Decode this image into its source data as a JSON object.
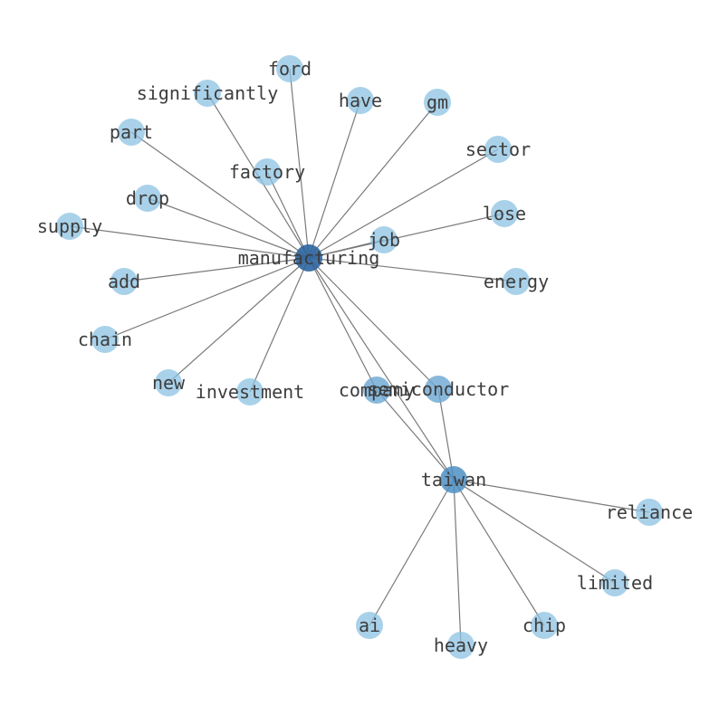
{
  "colors": {
    "hub_primary": "#2f65a0",
    "hub_secondary": "#4d8fc4",
    "hub_tertiary": "#6aa6d2",
    "leaf": "#8cc3e3",
    "edge": "#7a7a7a",
    "label": "#3d3d3d"
  },
  "nodes": [
    {
      "id": "manufacturing",
      "label": "manufacturing",
      "level": "primary"
    },
    {
      "id": "taiwan",
      "label": "taiwan",
      "level": "secondary"
    },
    {
      "id": "semiconductor",
      "label": "semiconductor",
      "level": "tertiary"
    },
    {
      "id": "company",
      "label": "company",
      "level": "tertiary"
    },
    {
      "id": "ford",
      "label": "ford",
      "level": "leaf"
    },
    {
      "id": "significantly",
      "label": "significantly",
      "level": "leaf"
    },
    {
      "id": "have",
      "label": "have",
      "level": "leaf"
    },
    {
      "id": "gm",
      "label": "gm",
      "level": "leaf"
    },
    {
      "id": "part",
      "label": "part",
      "level": "leaf"
    },
    {
      "id": "sector",
      "label": "sector",
      "level": "leaf"
    },
    {
      "id": "factory",
      "label": "factory",
      "level": "leaf"
    },
    {
      "id": "drop",
      "label": "drop",
      "level": "leaf"
    },
    {
      "id": "lose",
      "label": "lose",
      "level": "leaf"
    },
    {
      "id": "supply",
      "label": "supply",
      "level": "leaf"
    },
    {
      "id": "job",
      "label": "job",
      "level": "leaf"
    },
    {
      "id": "add",
      "label": "add",
      "level": "leaf"
    },
    {
      "id": "energy",
      "label": "energy",
      "level": "leaf"
    },
    {
      "id": "chain",
      "label": "chain",
      "level": "leaf"
    },
    {
      "id": "new",
      "label": "new",
      "level": "leaf"
    },
    {
      "id": "investment",
      "label": "investment",
      "level": "leaf"
    },
    {
      "id": "reliance",
      "label": "reliance",
      "level": "leaf"
    },
    {
      "id": "limited",
      "label": "limited",
      "level": "leaf"
    },
    {
      "id": "ai",
      "label": "ai",
      "level": "leaf"
    },
    {
      "id": "chip",
      "label": "chip",
      "level": "leaf"
    },
    {
      "id": "heavy",
      "label": "heavy",
      "level": "leaf"
    }
  ],
  "edges": [
    [
      "manufacturing",
      "ford"
    ],
    [
      "manufacturing",
      "significantly"
    ],
    [
      "manufacturing",
      "have"
    ],
    [
      "manufacturing",
      "gm"
    ],
    [
      "manufacturing",
      "part"
    ],
    [
      "manufacturing",
      "sector"
    ],
    [
      "manufacturing",
      "factory"
    ],
    [
      "manufacturing",
      "drop"
    ],
    [
      "manufacturing",
      "lose"
    ],
    [
      "manufacturing",
      "supply"
    ],
    [
      "manufacturing",
      "job"
    ],
    [
      "manufacturing",
      "add"
    ],
    [
      "manufacturing",
      "energy"
    ],
    [
      "manufacturing",
      "chain"
    ],
    [
      "manufacturing",
      "new"
    ],
    [
      "manufacturing",
      "investment"
    ],
    [
      "manufacturing",
      "company"
    ],
    [
      "manufacturing",
      "semiconductor"
    ],
    [
      "manufacturing",
      "taiwan"
    ],
    [
      "company",
      "taiwan"
    ],
    [
      "semiconductor",
      "taiwan"
    ],
    [
      "taiwan",
      "reliance"
    ],
    [
      "taiwan",
      "limited"
    ],
    [
      "taiwan",
      "ai"
    ],
    [
      "taiwan",
      "chip"
    ],
    [
      "taiwan",
      "heavy"
    ]
  ]
}
